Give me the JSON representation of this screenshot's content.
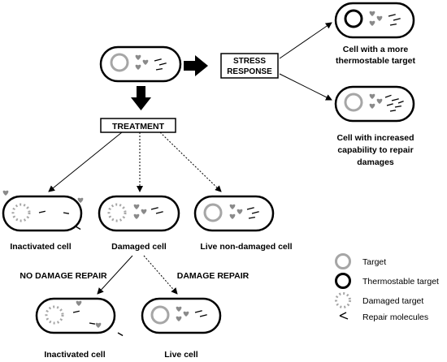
{
  "boxes": {
    "stress": [
      "STRESS",
      "RESPONSE"
    ],
    "treatment": "TREATMENT"
  },
  "labels": {
    "thermostable_cell": [
      "Cell with a more",
      "thermostable target"
    ],
    "repair_cell": [
      "Cell with increased",
      "capability to repair",
      "damages"
    ],
    "inactivated_top": "Inactivated cell",
    "damaged": "Damaged cell",
    "live_nondamaged": "Live non-damaged cell",
    "no_damage_repair": "NO DAMAGE REPAIR",
    "damage_repair": "DAMAGE REPAIR",
    "inactivated_bottom": "Inactivated cell",
    "live": "Live cell"
  },
  "legend": [
    {
      "icon": "target-icon",
      "label": "Target"
    },
    {
      "icon": "thermostable-target-icon",
      "label": "Thermostable target"
    },
    {
      "icon": "damaged-target-icon",
      "label": "Damaged target"
    },
    {
      "icon": "repair-molecule-icon",
      "label": "Repair molecules"
    }
  ],
  "colors": {
    "target": "#a6a6a6",
    "thermostable": "#000000",
    "damaged": "#a6a6a6",
    "molecule": "#8a8a8a",
    "outline": "#000000"
  }
}
